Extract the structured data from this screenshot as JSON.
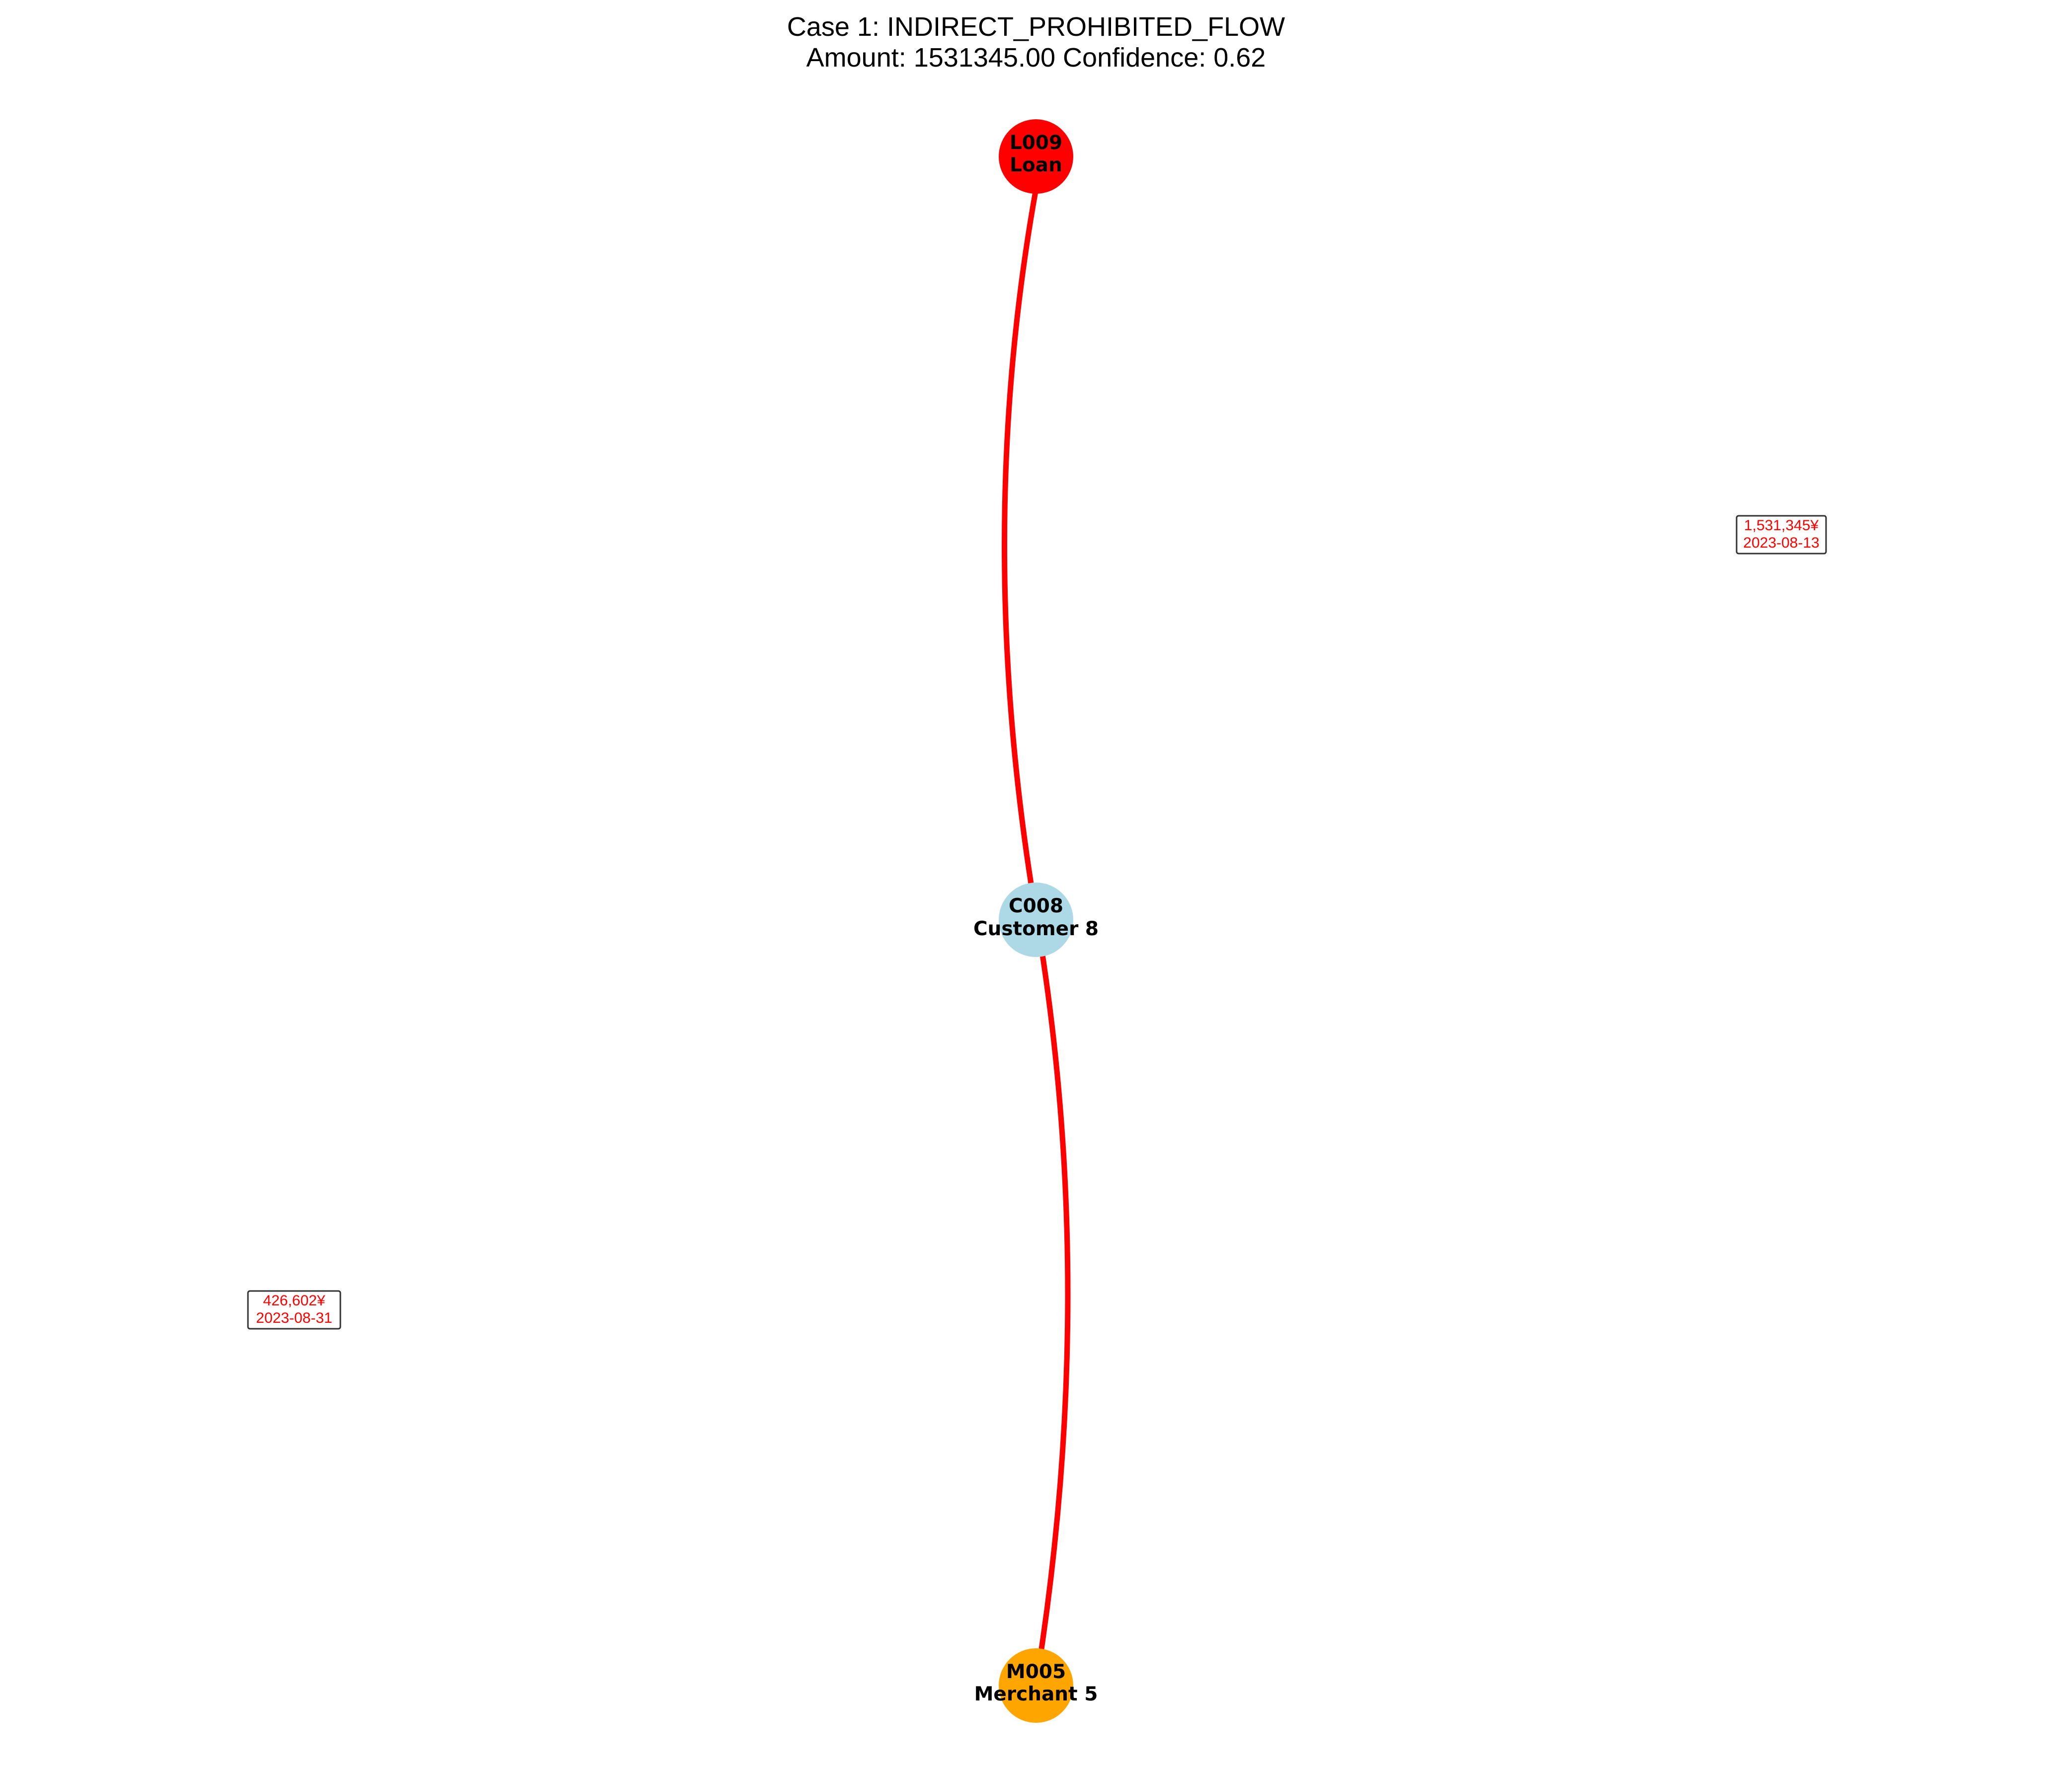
{
  "title": {
    "line1": "Case 1: INDIRECT_PROHIBITED_FLOW",
    "line2": "Amount: 1531345.00  Confidence: 0.62"
  },
  "colors": {
    "edge": "#ff0000",
    "edge_label_text": "#ff0000",
    "loan_node": "#ff0000",
    "customer_node": "#add8e6",
    "merchant_node": "#ffa500"
  },
  "nodes": [
    {
      "id": "L009",
      "name": "Loan",
      "color": "#ff0000"
    },
    {
      "id": "C008",
      "name": "Customer 8",
      "color": "#add8e6"
    },
    {
      "id": "M005",
      "name": "Merchant 5",
      "color": "#ffa500"
    }
  ],
  "edges": [
    {
      "from": "L009",
      "to": "C008",
      "amount": "1,531,345¥",
      "date": "2023-08-13"
    },
    {
      "from": "C008",
      "to": "M005",
      "amount": "426,602¥",
      "date": "2023-08-31"
    }
  ]
}
